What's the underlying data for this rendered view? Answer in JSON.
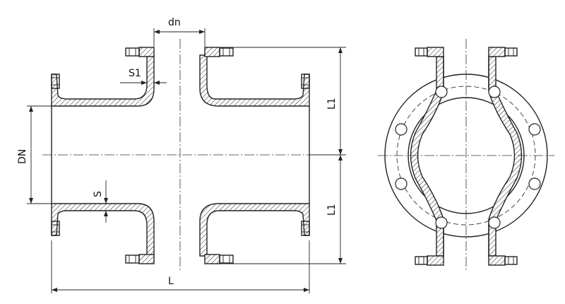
{
  "dimensions": {
    "dn": "dn",
    "s1": "S1",
    "dn_big": "DN",
    "s": "S",
    "l1_top": "L1",
    "l1_bottom": "L1",
    "l": "L"
  },
  "colors": {
    "line": "#222222",
    "background": "#ffffff"
  }
}
